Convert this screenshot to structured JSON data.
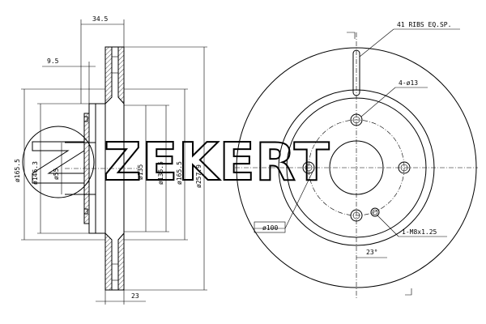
{
  "brand": {
    "watermark": "ZEKERT"
  },
  "side_view": {
    "dim_thickness": "34.5",
    "dim_hat": "9.5",
    "dim_outer_step": "ø165.5",
    "dim_hub_step": "ø146.3",
    "dim_center": "ø55",
    "dim_inner": "ø135",
    "dim_friction": "ø135.5",
    "dim_face": "ø165.5",
    "dim_outer": "ø257.9",
    "dim_bottom": "23"
  },
  "front_view": {
    "ribs": "41 RIBS EQ.SP.",
    "bolt_holes": "4-ø13",
    "pcd": "ø100",
    "thread": "1-M8x1.25",
    "angle": "23°"
  }
}
